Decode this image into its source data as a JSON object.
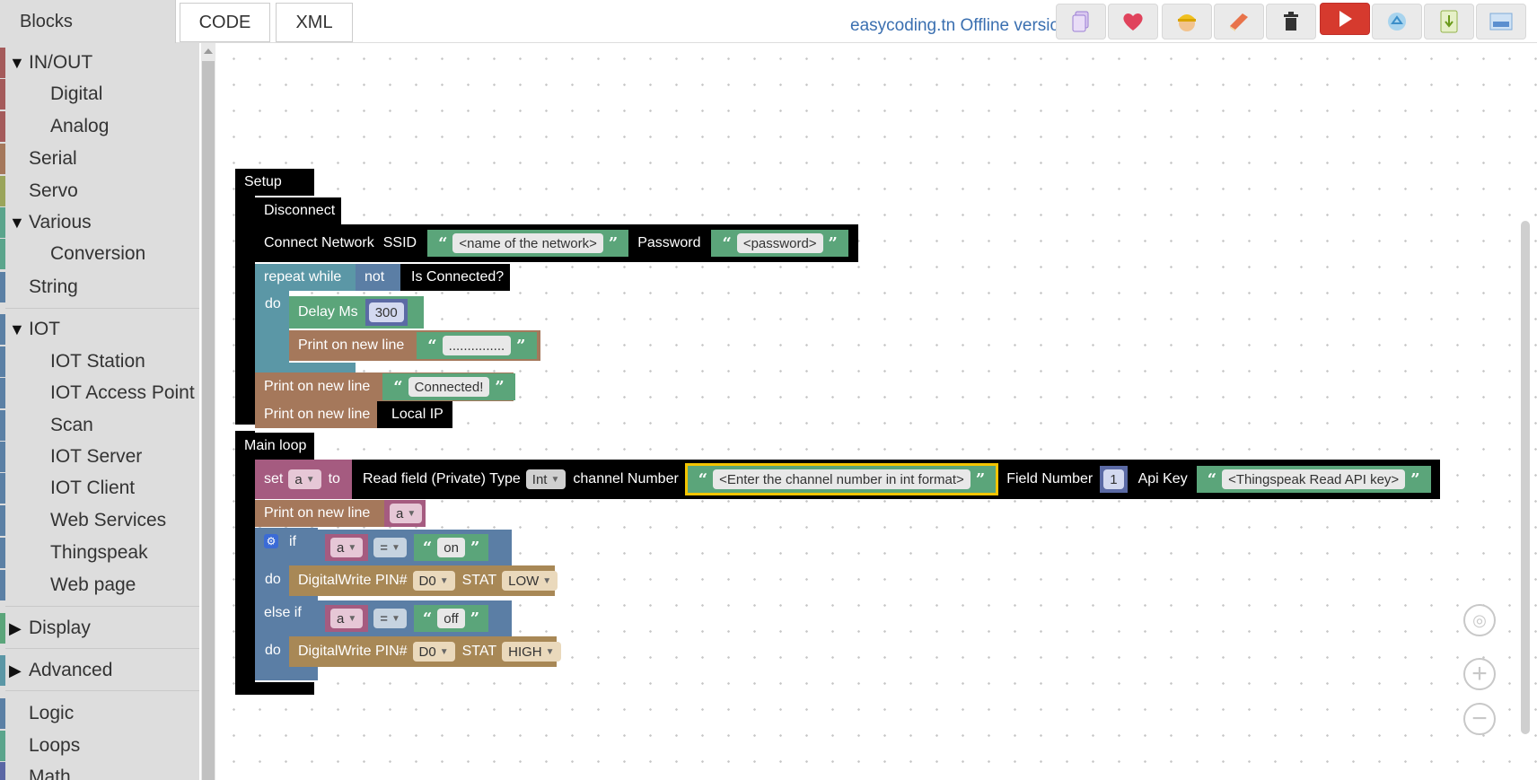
{
  "tabs": {
    "blocks": "Blocks",
    "code": "CODE",
    "xml": "XML"
  },
  "brand": "easycoding.tn Offline version",
  "toolbar": [
    {
      "name": "copy-icon",
      "glyph": "📄"
    },
    {
      "name": "heart-icon",
      "glyph": "❤"
    },
    {
      "name": "avatar-icon",
      "glyph": "👷"
    },
    {
      "name": "book-icon",
      "glyph": "📙"
    },
    {
      "name": "trash-icon",
      "glyph": "🗑"
    },
    {
      "name": "run-icon",
      "glyph": "▶"
    },
    {
      "name": "recycle-icon",
      "glyph": "♻"
    },
    {
      "name": "save-icon",
      "glyph": "💾"
    },
    {
      "name": "screenshot-icon",
      "glyph": "🖼"
    }
  ],
  "toolbox": {
    "io": "IN/OUT",
    "digital": "Digital",
    "analog": "Analog",
    "serial": "Serial",
    "servo": "Servo",
    "various": "Various",
    "conversion": "Conversion",
    "string": "String",
    "iot": "IOT",
    "iot_station": "IOT Station",
    "iot_ap": "IOT Access Point",
    "scan": "Scan",
    "iot_server": "IOT Server",
    "iot_client": "IOT Client",
    "web_services": "Web Services",
    "thingspeak": "Thingspeak",
    "web_page": "Web page",
    "display": "Display",
    "advanced": "Advanced",
    "logic": "Logic",
    "loops": "Loops",
    "math": "Math"
  },
  "blocks": {
    "setup": "Setup",
    "disconnect": "Disconnect",
    "connect": "Connect Network",
    "ssid": "SSID",
    "ssid_value": "<name of the network>",
    "password": "Password",
    "password_value": "<password>",
    "repeat_while": "repeat while",
    "not": "not",
    "is_connected": "Is Connected?",
    "do": "do",
    "delay": "Delay Ms",
    "delay_value": "300",
    "print_nl": "Print on new line",
    "dots": "...............",
    "connected": "Connected!",
    "local_ip": "Local IP",
    "main_loop": "Main loop",
    "set": "set",
    "var_a": "a",
    "to": "to",
    "read_field": "Read field (Private) Type",
    "type_value": "Int",
    "channel_number": "channel Number",
    "channel_value": "<Enter the channel number in int format>",
    "field_number": "Field Number",
    "field_value": "1",
    "api_key": "Api Key",
    "api_value": "<Thingspeak Read API key>",
    "if": "if",
    "else_if": "else if",
    "eq": "=",
    "on": "on",
    "off": "off",
    "digitalwrite": "DigitalWrite PIN#",
    "pin": "D0",
    "stat": "STAT",
    "low": "LOW",
    "high": "HIGH"
  }
}
